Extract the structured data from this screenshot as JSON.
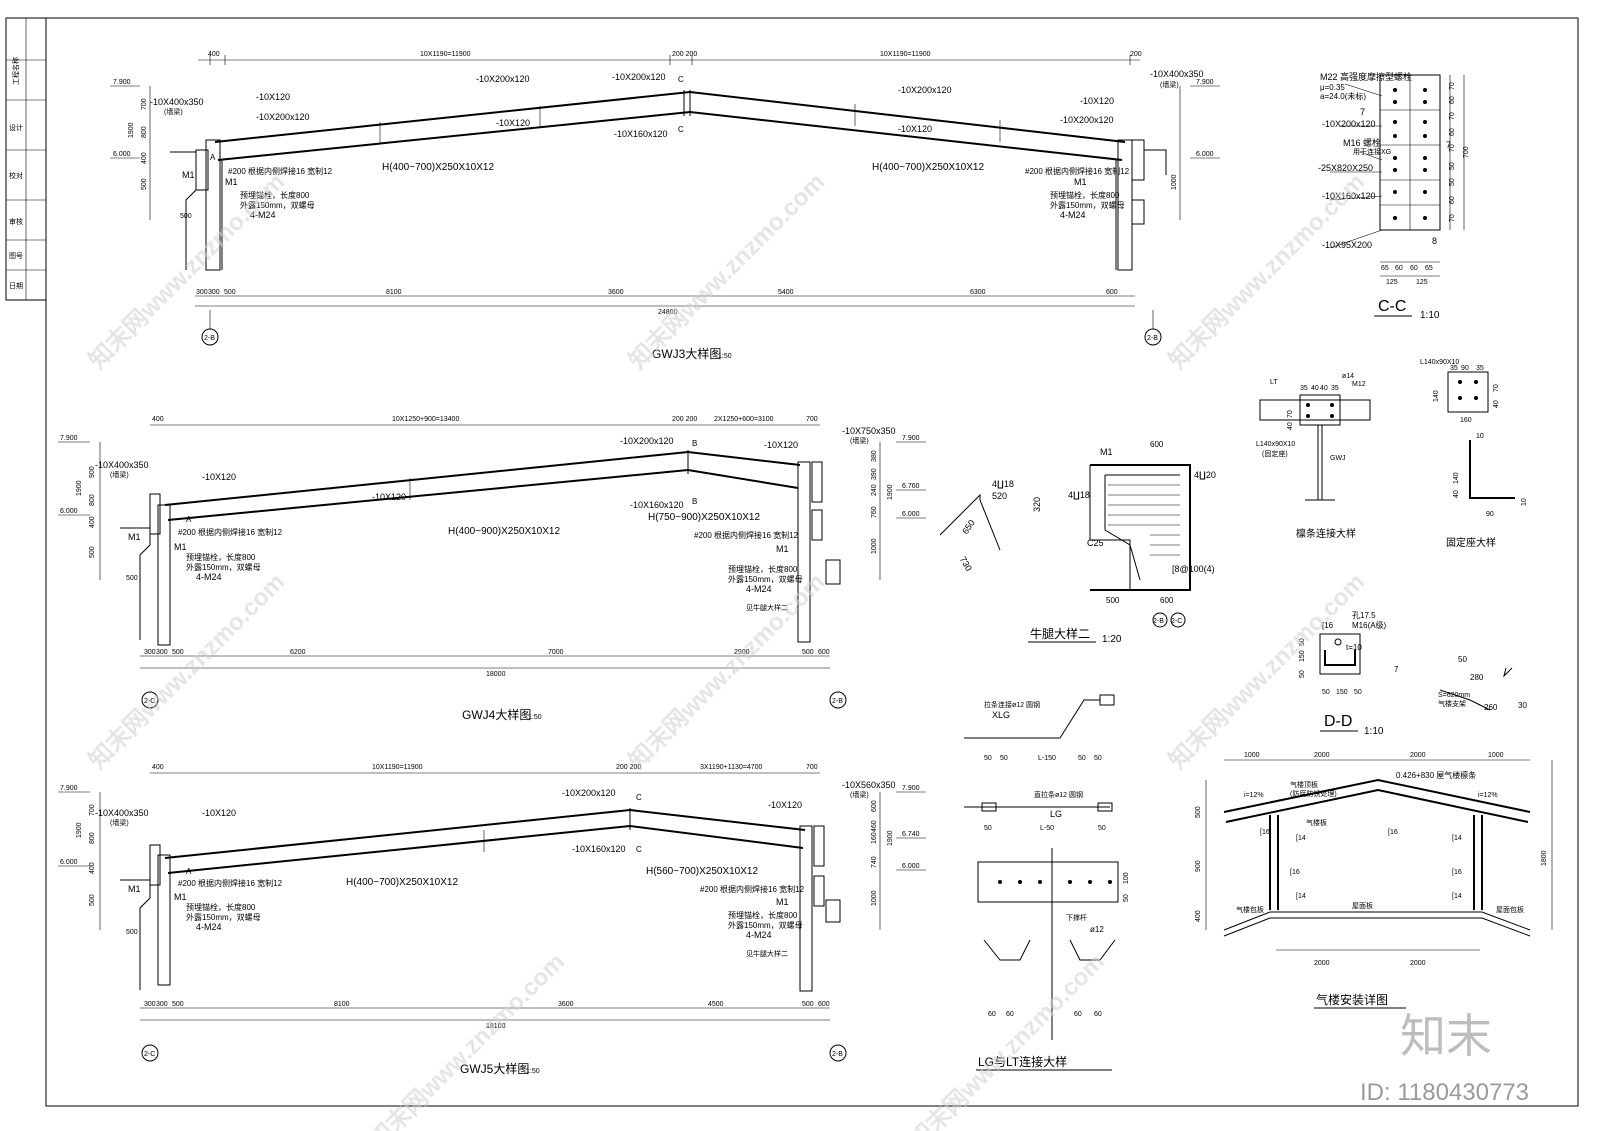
{
  "watermark": {
    "text": "知末网www.znzmo.com"
  },
  "brand": {
    "logo": "知末",
    "id_label": "ID: 1180430773"
  },
  "gwj3": {
    "title": "GWJ3大样图",
    "scale": "1:50",
    "top_dims": [
      "400",
      "10X1190=11900",
      "200 200",
      "10X1190=11900",
      "200"
    ],
    "bottom_dims": [
      "300",
      "300",
      "500",
      "8100",
      "3600",
      "5400",
      "6300",
      "600"
    ],
    "total": "24800",
    "axes": [
      "2-B",
      "2-B"
    ],
    "elevations": [
      "7.900",
      "6.000",
      "7.900",
      "6.000"
    ],
    "height_dims": [
      "700",
      "800",
      "1900",
      "400",
      "500",
      "1000"
    ],
    "labels": {
      "end_plate_left": "-10X400x350",
      "end_plate_left_note": "(墙梁)",
      "stiff_a": "-10X120",
      "stiff_b": "-10X200x120",
      "ridge_top": "-10X200x120",
      "ridge_plate": "-10X200x120",
      "ridge_mid": "-10X120",
      "ridge_bottom": "-10X160x120",
      "right_top": "-10X200x120",
      "right_mid": "-10X120",
      "right_stiff": "-10X120",
      "right_stiff2": "-10X200x120",
      "end_plate_right": "-10X400x350",
      "end_plate_right_note": "(墙梁)",
      "beam_left": "H(400~700)X250X10X12",
      "beam_right": "H(400~700)X250X10X12",
      "hole_note": "#200 根据内侧焊接16 宽制12",
      "bolt_note1": "预埋锚栓，长度800",
      "bolt_note2": "外露150mm，双螺母",
      "bolt_count": "4-M24",
      "m1": "M1",
      "sec_a": "A",
      "sec_c": "C",
      "dim_500": "500"
    }
  },
  "gwj4": {
    "title": "GWJ4大样图",
    "scale": "1:50",
    "top_dims": [
      "400",
      "10X1250+900=13400",
      "200 200",
      "2X1250+600=3100",
      "700"
    ],
    "bottom_dims": [
      "300",
      "300",
      "500",
      "6200",
      "7000",
      "2900",
      "500",
      "600"
    ],
    "total": "18000",
    "axes": [
      "2-C",
      "2-B"
    ],
    "elevations": [
      "7.900",
      "6.000",
      "7.900",
      "6.760",
      "6.000"
    ],
    "height_dims": [
      "900",
      "800",
      "1900",
      "400",
      "500",
      "380",
      "390",
      "240",
      "760",
      "1000",
      "1900"
    ],
    "labels": {
      "end_plate_left": "-10X400x350",
      "end_plate_left_note": "(墙梁)",
      "stiff_a": "-10X120",
      "ridge_plate": "-10X200x120",
      "ridge_bottom": "-10X160x120",
      "ridge_right": "-10X120",
      "end_plate_right": "-10X750x350",
      "end_plate_right_note": "(墙梁)",
      "mid_stiff": "-10X120",
      "beam_left": "H(400~900)X250X10X12",
      "beam_right": "H(750~900)X250X10X12",
      "hole_note": "#200 根据内侧焊接16 宽制12",
      "bolt_note1": "预埋锚栓，长度800",
      "bolt_note2": "外露150mm，双螺母",
      "bolt_count": "4-M24",
      "corbel_note": "见牛腿大样二",
      "m1": "M1",
      "sec_a": "A",
      "sec_b": "B",
      "dim_500": "500"
    }
  },
  "gwj5": {
    "title": "GWJ5大样图",
    "scale": "1:50",
    "top_dims": [
      "400",
      "10X1190=11900",
      "200 200",
      "3X1190+1130=4700",
      "700"
    ],
    "bottom_dims": [
      "300",
      "300",
      "500",
      "8100",
      "3600",
      "4500",
      "500",
      "600"
    ],
    "total": "18100",
    "axes": [
      "2-C",
      "2-B"
    ],
    "elevations": [
      "7.900",
      "6.000",
      "7.900",
      "6.740",
      "6.000"
    ],
    "height_dims": [
      "700",
      "800",
      "1900",
      "400",
      "500",
      "600",
      "460",
      "160",
      "740",
      "1000",
      "1900"
    ],
    "labels": {
      "end_plate_left": "-10X400x350",
      "end_plate_left_note": "(墙梁)",
      "stiff_a": "-10X120",
      "ridge_plate": "-10X200x120",
      "ridge_bottom": "-10X160x120",
      "ridge_right": "-10X120",
      "end_plate_right": "-10X560x350",
      "end_plate_right_note": "(墙梁)",
      "beam_left": "H(400~700)X250X10X12",
      "beam_right": "H(560~700)X250X10X12",
      "hole_note": "#200 根据内侧焊接16 宽制12",
      "bolt_note1": "预埋锚栓，长度800",
      "bolt_note2": "外露150mm，双螺母",
      "bolt_count": "4-M24",
      "corbel_note": "见牛腿大样二",
      "m1": "M1",
      "sec_a": "A",
      "sec_c": "C",
      "dim_500": "500"
    }
  },
  "cc": {
    "title": "C-C",
    "scale": "1:10",
    "bolt_label": "M22 高强度摩擦型螺栓",
    "friction": "μ=0.35",
    "torque": "a=24.0(未标)",
    "plate1": "-10X200x120",
    "bolt2": "M16 螺栓",
    "bolt2_note": "用于连接XG",
    "plate2": "-25X820X250",
    "plate3": "-10X160x120",
    "plate4": "-10X95X200",
    "weld7": "7",
    "weld8": "8",
    "right_dims": [
      "70",
      "60",
      "70",
      "60",
      "70",
      "50",
      "50",
      "60",
      "70",
      "700"
    ],
    "bottom_dims": [
      "65",
      "60",
      "60",
      "65",
      "125",
      "125"
    ]
  },
  "purlin": {
    "title": "檩条连接大样",
    "labels": [
      "LT",
      "M12",
      "ø14",
      "L140x90X10",
      "(固定座)",
      "GWJ"
    ],
    "dims": [
      "35",
      "40",
      "40",
      "35",
      "70",
      "40"
    ]
  },
  "fixed_seat": {
    "title": "固定座大样",
    "labels": [
      "L140x90X10",
      "10"
    ],
    "dims": [
      "35",
      "90",
      "35",
      "140",
      "70",
      "40",
      "160",
      "140",
      "40",
      "90",
      "10"
    ]
  },
  "corbel2": {
    "title": "牛腿大样二",
    "scale": "1:20",
    "labels": [
      "M1",
      "4∐18",
      "520",
      "650",
      "730",
      "320",
      "4∐18",
      "C25",
      "4∐20",
      "[8@100(4)",
      "2-B",
      "2-C"
    ],
    "dims": [
      "600",
      "500",
      "600"
    ]
  },
  "dd": {
    "title": "D-D",
    "scale": "1:10",
    "labels": [
      "[16",
      "孔17.5",
      "M16(A级)",
      "t=10",
      "7"
    ],
    "dims": [
      "50",
      "150",
      "50",
      "50",
      "150",
      "50"
    ]
  },
  "small_note": {
    "labels": [
      "50",
      "280",
      "S=620mm",
      "气楼支架",
      "260",
      "30"
    ]
  },
  "lg_lt": {
    "title": "LG与LT连接大样",
    "labels": [
      "拉条连接ø12 圆钢",
      "XLG",
      "直拉条ø12 圆钢",
      "LG",
      "下撑杆",
      "ø12"
    ],
    "dims": [
      "50",
      "50",
      "L-150",
      "50",
      "50",
      "50",
      "L-50",
      "50",
      "100",
      "50",
      "60",
      "60",
      "60",
      "60"
    ]
  },
  "vent": {
    "title": "气楼安装详图",
    "top_dims": [
      "1000",
      "2000",
      "2000",
      "1000"
    ],
    "bottom_dims": [
      "2000",
      "2000"
    ],
    "labels": [
      "i=12%",
      "气楼顶板",
      "(防腐防锈处理)",
      "0.426+830 屋气楼檩条",
      "i=12%",
      "[16",
      "[16",
      "[14",
      "[14",
      "[16",
      "[16",
      "[14",
      "[14",
      "气楼板",
      "屋面板",
      "气楼包板",
      "屋面包板"
    ],
    "height_dims": [
      "500",
      "900",
      "400",
      "1800"
    ]
  },
  "titleblock": {
    "cells": [
      "工程名称",
      "设计",
      "校对",
      "审核",
      "图号",
      "日期"
    ]
  }
}
